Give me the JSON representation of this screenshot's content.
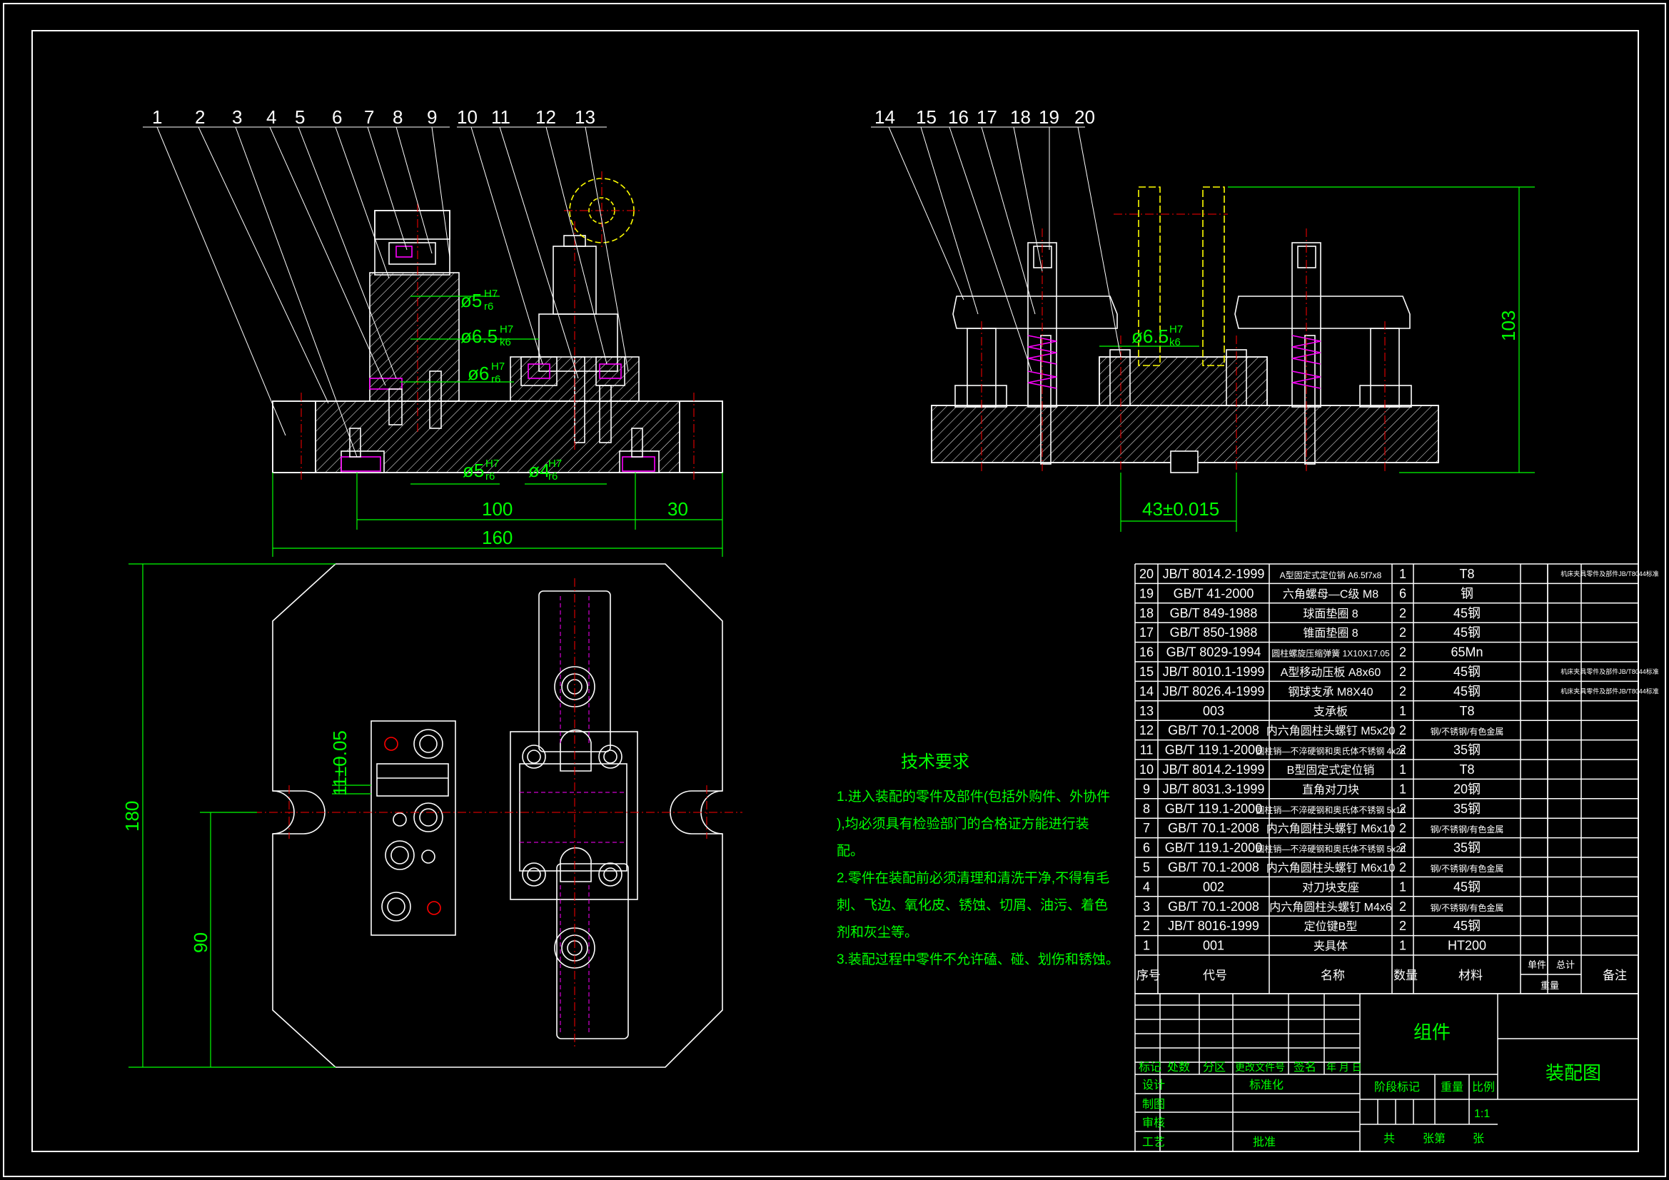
{
  "callouts_left": [
    "1",
    "2",
    "3",
    "4",
    "5",
    "6",
    "7",
    "8",
    "9",
    "10",
    "11",
    "12",
    "13"
  ],
  "callouts_right": [
    "14",
    "15",
    "16",
    "17",
    "18",
    "19",
    "20"
  ],
  "dims": {
    "d_top1": "ø5",
    "d_top1_fit": [
      "H7",
      "r6"
    ],
    "d_top2": "ø6.5",
    "d_top2_fit": [
      "H7",
      "k6"
    ],
    "d_top3": "ø6",
    "d_top3_fit": [
      "H7",
      "r6"
    ],
    "d_bot1": "ø5",
    "d_bot1_fit": [
      "H7",
      "r6"
    ],
    "d_bot2": "ø4",
    "d_bot2_fit": [
      "H7",
      "r6"
    ],
    "d100": "100",
    "d30": "30",
    "d160": "160",
    "d_right_fit": "ø6.5",
    "d_right_fit_tol": [
      "H7",
      "k6"
    ],
    "d103": "103",
    "d43": "43±0.015",
    "d180": "180",
    "d90": "90",
    "d11": "11±0.05"
  },
  "tech": {
    "title": "技术要求",
    "lines": [
      "1.进入装配的零件及部件(包括外购件、外协件",
      "  ),均必须具有检验部门的合格证方能进行装",
      "  配。",
      "2.零件在装配前必须清理和清洗干净,不得有毛",
      "  刺、飞边、氧化皮、锈蚀、切屑、油污、着色",
      "  剂和灰尘等。",
      "3.装配过程中零件不允许磕、碰、划伤和锈蚀。"
    ]
  },
  "bom": [
    [
      "20",
      "JB/T 8014.2-1999",
      "A型固定式定位销 A6.5f7x8",
      "1",
      "T8",
      "",
      "",
      "机床夹具零件及部件JB/T8044标准"
    ],
    [
      "19",
      "GB/T 41-2000",
      "六角螺母—C级 M8",
      "6",
      "钢",
      "",
      "",
      ""
    ],
    [
      "18",
      "GB/T 849-1988",
      "球面垫圈 8",
      "2",
      "45钢",
      "",
      "",
      ""
    ],
    [
      "17",
      "GB/T 850-1988",
      "锥面垫圈 8",
      "2",
      "45钢",
      "",
      "",
      ""
    ],
    [
      "16",
      "GB/T 8029-1994",
      "圆柱螺旋压缩弹簧 1X10X17.05",
      "2",
      "65Mn",
      "",
      "",
      ""
    ],
    [
      "15",
      "JB/T 8010.1-1999",
      "A型移动压板 A8x60",
      "2",
      "45钢",
      "",
      "",
      "机床夹具零件及部件JB/T8044标准"
    ],
    [
      "14",
      "JB/T 8026.4-1999",
      "钢球支承 M8X40",
      "2",
      "45钢",
      "",
      "",
      "机床夹具零件及部件JB/T8044标准"
    ],
    [
      "13",
      "003",
      "支承板",
      "1",
      "T8",
      "",
      "",
      ""
    ],
    [
      "12",
      "GB/T 70.1-2008",
      "内六角圆柱头螺钉 M5x20",
      "2",
      "钢/不锈钢/有色金属",
      "",
      "",
      ""
    ],
    [
      "11",
      "GB/T 119.1-2000",
      "圆柱销—不淬硬钢和奥氏体不锈钢 4x26",
      "2",
      "35钢",
      "",
      "",
      ""
    ],
    [
      "10",
      "JB/T 8014.2-1999",
      "B型固定式定位销",
      "1",
      "T8",
      "",
      "",
      ""
    ],
    [
      "9",
      "JB/T 8031.3-1999",
      "直角对刀块",
      "1",
      "20钢",
      "",
      "",
      ""
    ],
    [
      "8",
      "GB/T 119.1-2000",
      "圆柱销—不淬硬钢和奥氏体不锈钢 5x16",
      "2",
      "35钢",
      "",
      "",
      ""
    ],
    [
      "7",
      "GB/T 70.1-2008",
      "内六角圆柱头螺钉 M6x10",
      "2",
      "钢/不锈钢/有色金属",
      "",
      "",
      ""
    ],
    [
      "6",
      "GB/T 119.1-2000",
      "圆柱销—不淬硬钢和奥氏体不锈钢 5x20",
      "2",
      "35钢",
      "",
      "",
      ""
    ],
    [
      "5",
      "GB/T 70.1-2008",
      "内六角圆柱头螺钉 M6x10",
      "2",
      "钢/不锈钢/有色金属",
      "",
      "",
      ""
    ],
    [
      "4",
      "002",
      "对刀块支座",
      "1",
      "45钢",
      "",
      "",
      ""
    ],
    [
      "3",
      "GB/T 70.1-2008",
      "内六角圆柱头螺钉 M4x6",
      "2",
      "钢/不锈钢/有色金属",
      "",
      "",
      ""
    ],
    [
      "2",
      "JB/T 8016-1999",
      "定位键B型",
      "2",
      "45钢",
      "",
      "",
      ""
    ],
    [
      "1",
      "001",
      "夹具体",
      "1",
      "HT200",
      "",
      "",
      ""
    ]
  ],
  "bom_header": {
    "no": "序号",
    "code": "代号",
    "name": "名称",
    "qty": "数量",
    "mat": "材料",
    "single": "单件",
    "total": "总计",
    "weight": "重量",
    "remark": "备注"
  },
  "title_block": {
    "group": "组件",
    "drawing": "装配图",
    "rev_headers": [
      "标记",
      "处数",
      "分区",
      "更改文件号",
      "签名",
      "年 月 日"
    ],
    "design": "设计",
    "standard": "标准化",
    "draw": "制图",
    "check": "审核",
    "process": "工艺",
    "approve": "批准",
    "stage": "阶段标记",
    "weight": "重量",
    "scale": "比例",
    "scale_val": "1:1",
    "sheets": [
      "共",
      "张第",
      "张"
    ]
  },
  "colors": {
    "bg": "#000000",
    "line": "#ffffff",
    "dim": "#00ff00",
    "center": "#ff0000",
    "hidden": "#ffff00",
    "hatch": "#ffffff",
    "bolt": "#ff00ff",
    "text_green": "#00ff00"
  }
}
